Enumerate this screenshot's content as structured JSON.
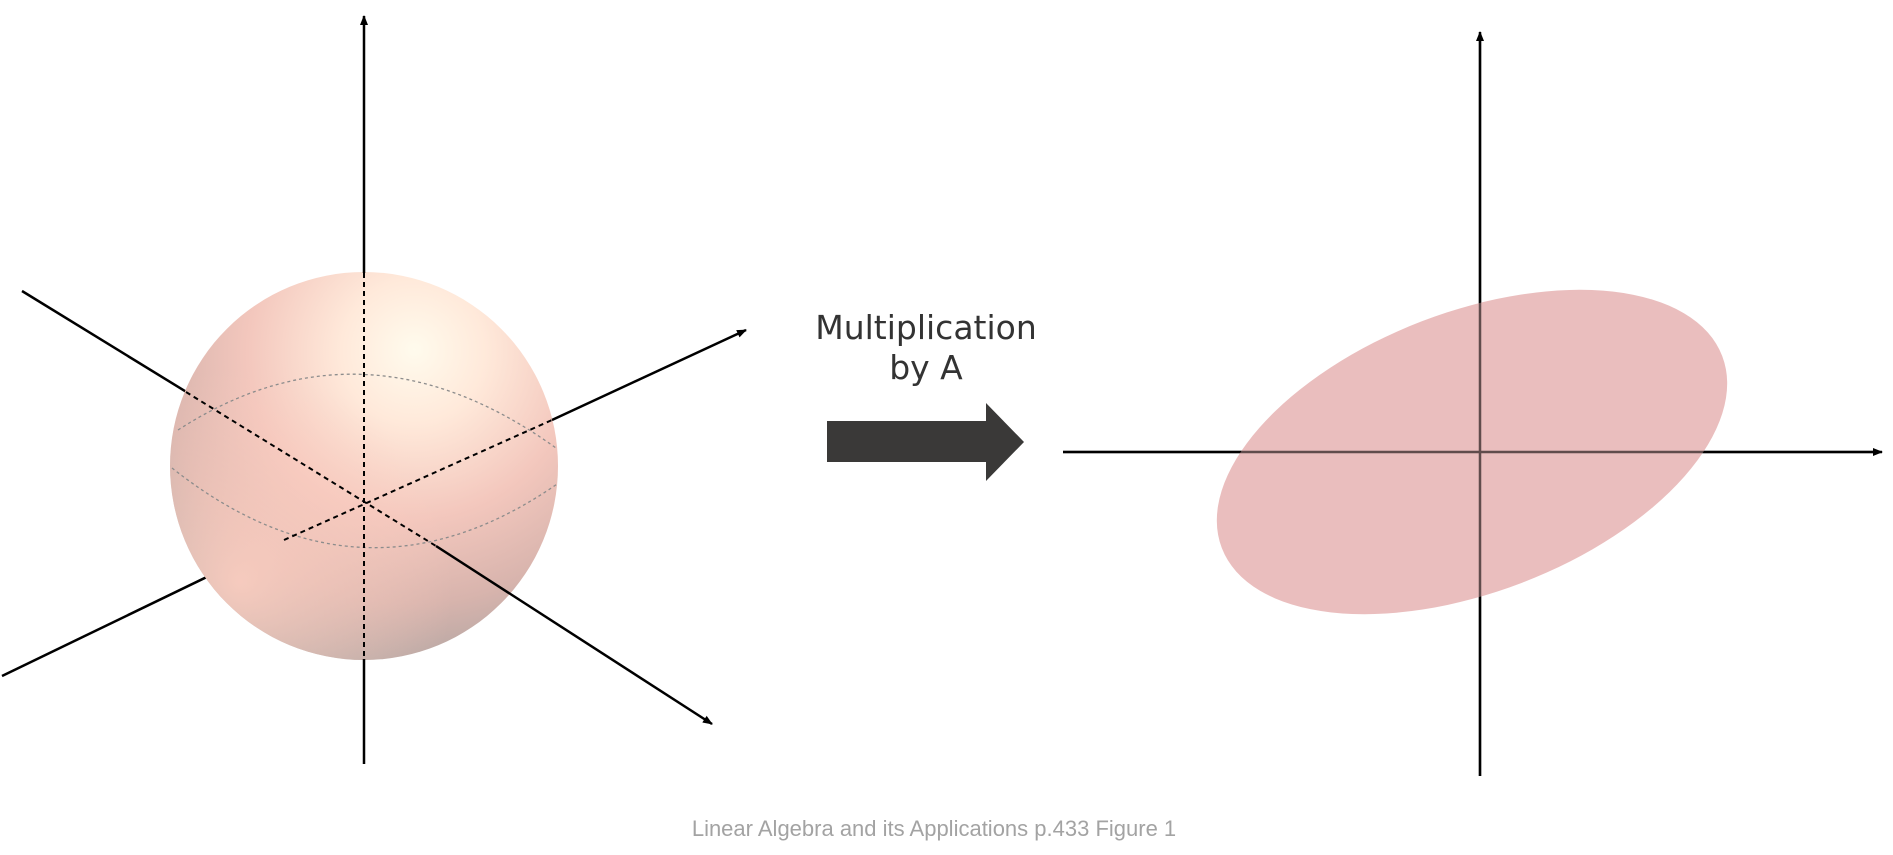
{
  "transform_label": {
    "line1": "Multiplication",
    "line2": "by A"
  },
  "caption": "Linear Algebra and its Applications p.433 Figure 1",
  "colors": {
    "axis": "#000000",
    "arrow": "#3a3938",
    "ellipse_fill": "#e8b8b8",
    "sphere_light": "#fffaf0",
    "sphere_pink": "#ffd2c6",
    "sphere_shadow": "#a9a2a0",
    "caption": "#a3a3a3",
    "label": "#333333"
  }
}
